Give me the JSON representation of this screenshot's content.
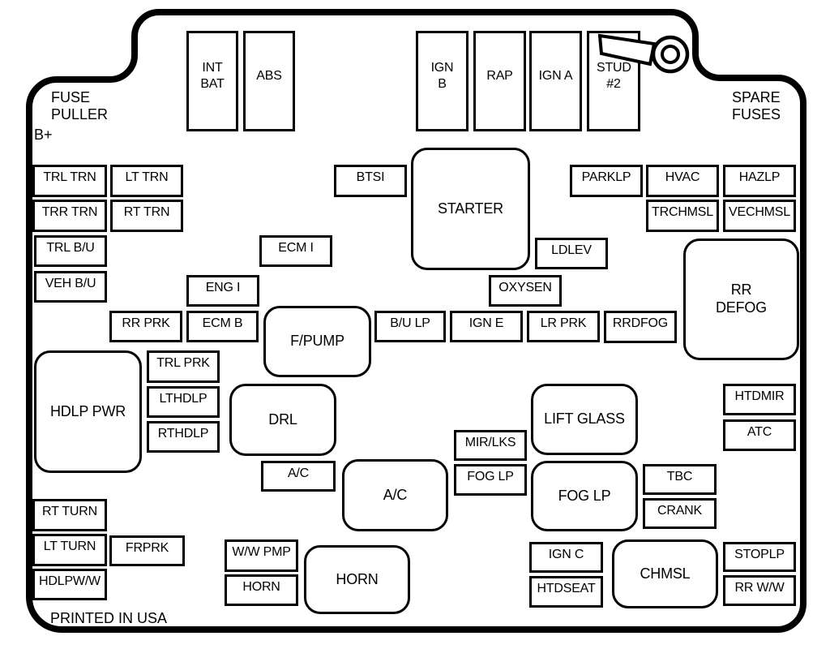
{
  "annotations": {
    "fuse_puller": "FUSE PULLER",
    "b_plus": "B+",
    "spare_fuses": "SPARE FUSES",
    "printed_in_usa": "PRINTED IN USA"
  },
  "fuses": {
    "int_bat": "INT BAT",
    "abs": "ABS",
    "ign_b": "IGN B",
    "rap": "RAP",
    "ign_a": "IGN A",
    "stud_2": "STUD #2",
    "trl_trn": "TRL TRN",
    "lt_trn": "LT TRN",
    "trr_trn": "TRR TRN",
    "rt_trn": "RT TRN",
    "trl_bu": "TRL B/U",
    "veh_bu": "VEH B/U",
    "btsi": "BTSI",
    "starter": "STARTER",
    "parklp": "PARKLP",
    "hvac": "HVAC",
    "hazlp": "HAZLP",
    "trchmsl": "TRCHMSL",
    "vechmsl": "VECHMSL",
    "ecm_i": "ECM I",
    "ldlev": "LDLEV",
    "eng_i": "ENG I",
    "oxysen": "OXYSEN",
    "rr_defog": "RR DEFOG",
    "rr_prk": "RR PRK",
    "ecm_b": "ECM B",
    "fpump": "F/PUMP",
    "bu_lp": "B/U LP",
    "ign_e": "IGN E",
    "lr_prk": "LR PRK",
    "rrdfog": "RRDFOG",
    "hdlp_pwr": "HDLP PWR",
    "trl_prk": "TRL PRK",
    "lthdlp": "LTHDLP",
    "rthdlp": "RTHDLP",
    "drl": "DRL",
    "lift_glass": "LIFT GLASS",
    "htdmir": "HTDMIR",
    "atc": "ATC",
    "mir_lks": "MIR/LKS",
    "fog_lp_small": "FOG LP",
    "ac_small": "A/C",
    "ac_large": "A/C",
    "fog_lp_large": "FOG LP",
    "tbc": "TBC",
    "crank": "CRANK",
    "rt_turn": "RT TURN",
    "lt_turn": "LT TURN",
    "frprk": "FRPRK",
    "hdlpww": "HDLPW/W",
    "ww_pmp": "W/W PMP",
    "horn_small": "HORN",
    "horn_large": "HORN",
    "ign_c": "IGN C",
    "htdseat": "HTDSEAT",
    "chmsl": "CHMSL",
    "stoplp": "STOPLP",
    "rr_ww": "RR W/W"
  },
  "icons": {
    "stud_icon": "mounting-stud-ring"
  },
  "colors": {
    "line": "#000000",
    "background": "#ffffff"
  }
}
